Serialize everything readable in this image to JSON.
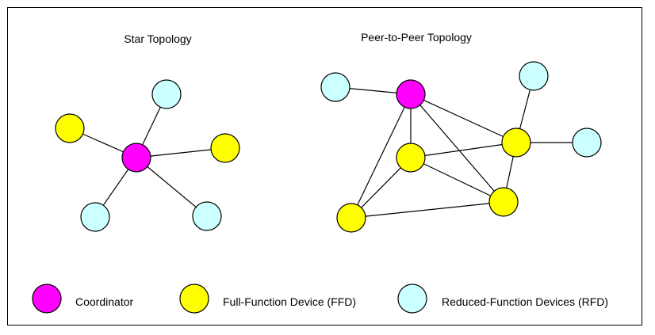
{
  "diagram": {
    "star_title": "Star Topology",
    "p2p_title": "Peer-to-Peer Topology"
  },
  "colors": {
    "coordinator": "#ff00ff",
    "ffd": "#ffff00",
    "rfd": "#ccffff",
    "line": "#000000"
  },
  "star": {
    "nodes": [
      {
        "id": "s-coord",
        "type": "coordinator"
      },
      {
        "id": "s-rfd-top",
        "type": "rfd"
      },
      {
        "id": "s-ffd-left",
        "type": "ffd"
      },
      {
        "id": "s-ffd-right",
        "type": "ffd"
      },
      {
        "id": "s-rfd-bottom-left",
        "type": "rfd"
      },
      {
        "id": "s-rfd-bottom-right",
        "type": "rfd"
      }
    ],
    "edges": [
      [
        "s-coord",
        "s-rfd-top"
      ],
      [
        "s-coord",
        "s-ffd-left"
      ],
      [
        "s-coord",
        "s-ffd-right"
      ],
      [
        "s-coord",
        "s-rfd-bottom-left"
      ],
      [
        "s-coord",
        "s-rfd-bottom-right"
      ]
    ]
  },
  "p2p": {
    "nodes": [
      {
        "id": "p-coord",
        "type": "coordinator"
      },
      {
        "id": "p-rfd-left",
        "type": "rfd"
      },
      {
        "id": "p-rfd-top-right",
        "type": "rfd"
      },
      {
        "id": "p-rfd-right",
        "type": "rfd"
      },
      {
        "id": "p-ffd-center",
        "type": "ffd"
      },
      {
        "id": "p-ffd-right",
        "type": "ffd"
      },
      {
        "id": "p-ffd-bottom-right",
        "type": "ffd"
      },
      {
        "id": "p-ffd-bottom-left",
        "type": "ffd"
      }
    ],
    "edges": [
      [
        "p-rfd-left",
        "p-coord"
      ],
      [
        "p-coord",
        "p-ffd-center"
      ],
      [
        "p-coord",
        "p-ffd-right"
      ],
      [
        "p-coord",
        "p-ffd-bottom-left"
      ],
      [
        "p-coord",
        "p-ffd-bottom-right"
      ],
      [
        "p-ffd-center",
        "p-ffd-right"
      ],
      [
        "p-ffd-center",
        "p-ffd-bottom-right"
      ],
      [
        "p-ffd-center",
        "p-ffd-bottom-left"
      ],
      [
        "p-ffd-right",
        "p-rfd-top-right"
      ],
      [
        "p-ffd-right",
        "p-rfd-right"
      ],
      [
        "p-ffd-right",
        "p-ffd-bottom-right"
      ],
      [
        "p-ffd-bottom-left",
        "p-ffd-bottom-right"
      ]
    ]
  },
  "legend": {
    "items": [
      {
        "type": "coordinator",
        "label": "Coordinator"
      },
      {
        "type": "ffd",
        "label": "Full-Function Device (FFD)"
      },
      {
        "type": "rfd",
        "label": "Reduced-Function Devices (RFD)"
      }
    ]
  }
}
